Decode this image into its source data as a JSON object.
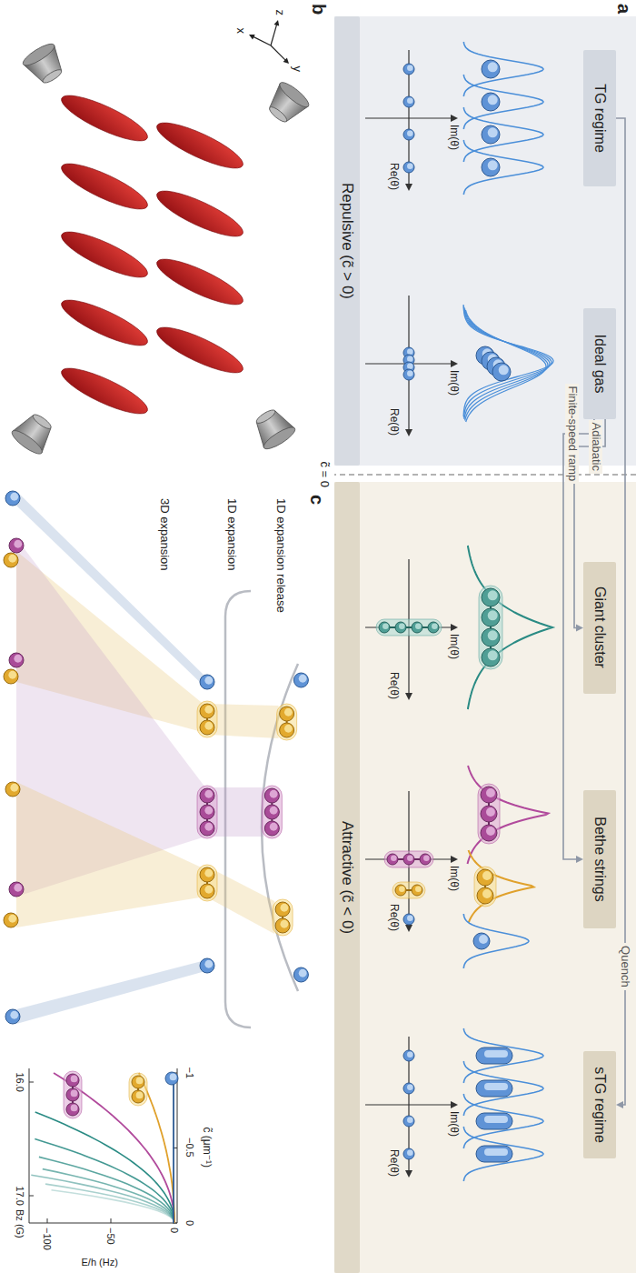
{
  "diagram": {
    "nodes": [
      {
        "text": [
          "TG regime"
        ]
      },
      {
        "text": [
          "Ideal gas"
        ]
      },
      {
        "text": [
          "Giant cluster"
        ]
      },
      {
        "text": [
          "Bethe strings"
        ]
      },
      {
        "text": [
          "sTG regime"
        ]
      },
      {
        "text": [
          "Repulsive (c̃ > 0)"
        ]
      },
      {
        "text": [
          "Attractive (c̃ < 0)"
        ]
      }
    ],
    "edges": [
      {
        "from": 1,
        "to": 2,
        "arrow": "to",
        "label": "Adiabatic"
      },
      {
        "from": 1,
        "to": 3,
        "arrow": "to",
        "label": "Finite-speed ramp"
      },
      {
        "from": 0,
        "to": 4,
        "arrow": "to",
        "label": "Quench"
      }
    ],
    "labels": [
      "a",
      "b",
      "c",
      "c̃ = 0",
      "Im(θ)",
      "Re(θ)",
      "Im(θ)",
      "Re(θ)",
      "Im(θ)",
      "Re(θ)",
      "Im(θ)",
      "Re(θ)",
      "Im(θ)",
      "Re(θ)",
      "z",
      "y",
      "x",
      "1D expansion release",
      "1D expansion",
      "3D expansion",
      "c̃ (μm⁻¹)",
      "−1",
      "−0.5",
      "0",
      "0",
      "−50",
      "−100",
      "16.0",
      "17.0",
      "Bz (G)",
      "E/h (Hz)"
    ]
  }
}
